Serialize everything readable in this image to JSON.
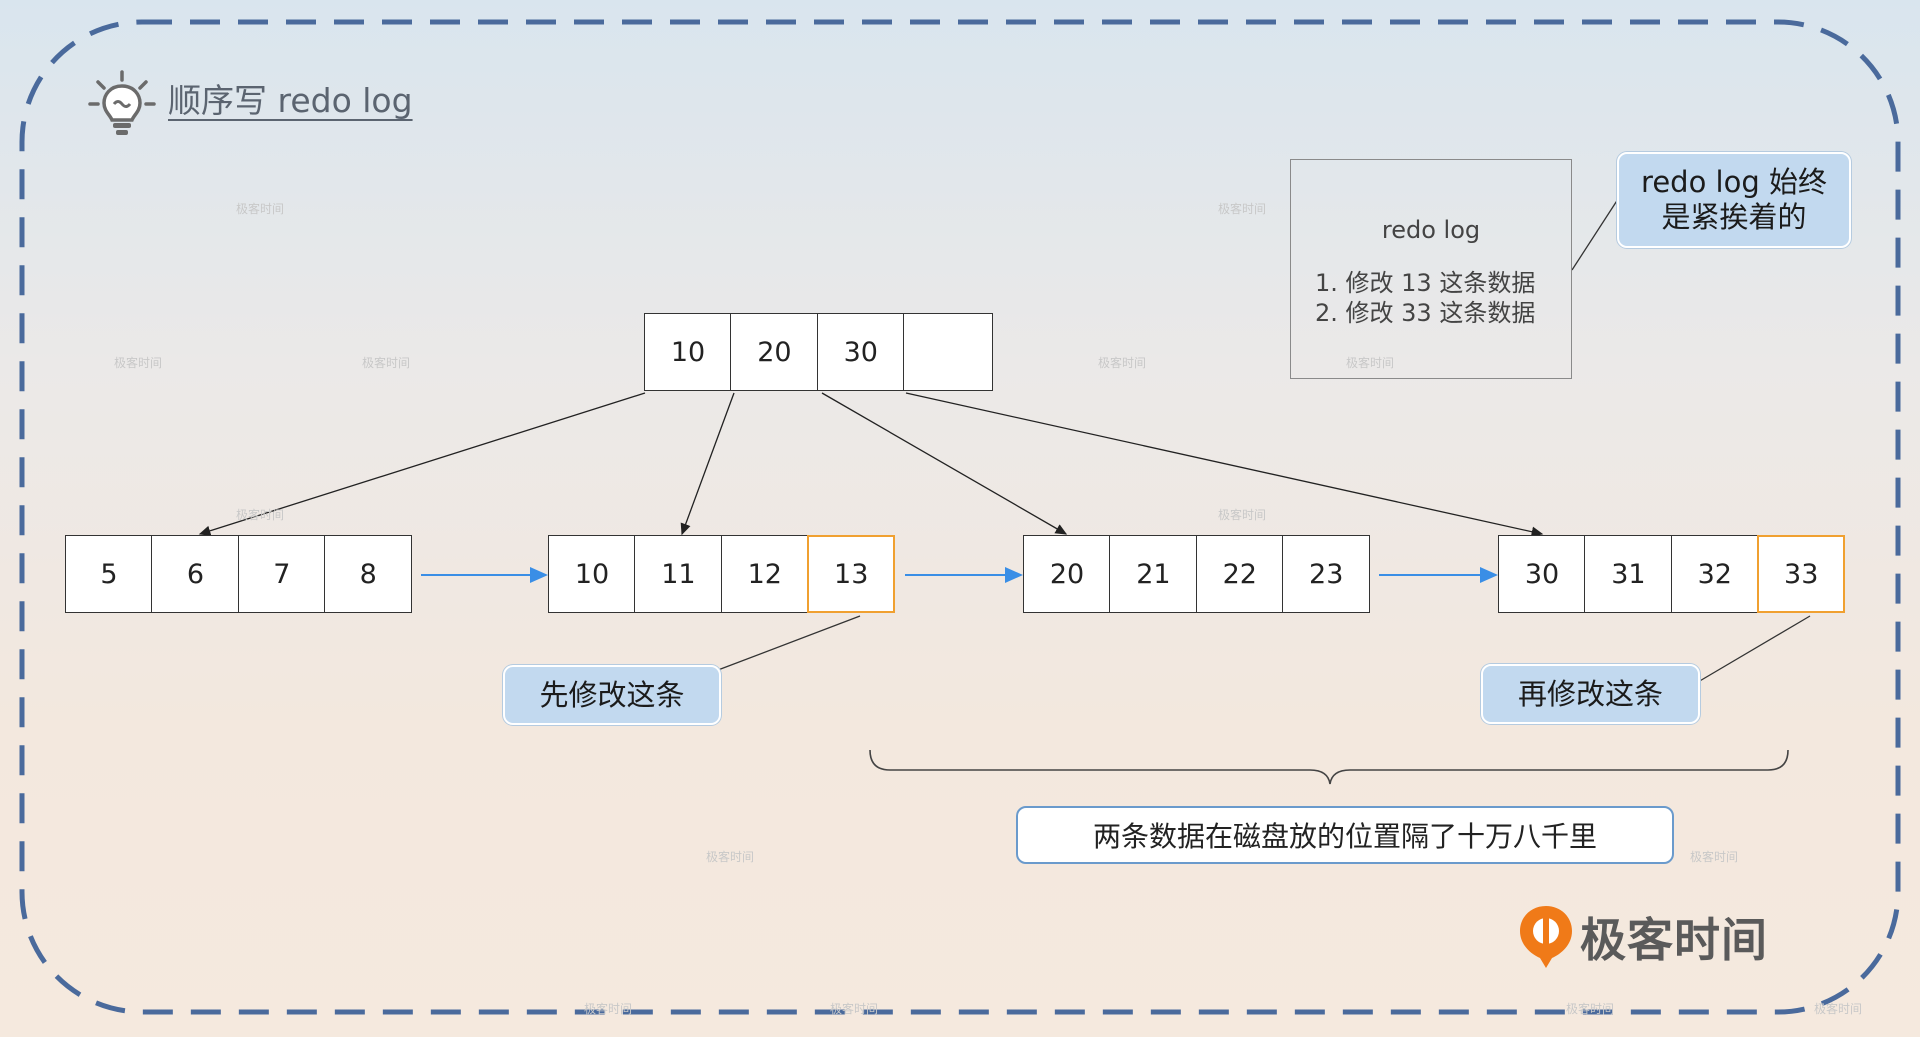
{
  "title": "顺序写 redo log",
  "root_node": [
    "10",
    "20",
    "30",
    ""
  ],
  "leaf_nodes": [
    [
      "5",
      "6",
      "7",
      "8"
    ],
    [
      "10",
      "11",
      "12",
      "13"
    ],
    [
      "20",
      "21",
      "22",
      "23"
    ],
    [
      "30",
      "31",
      "32",
      "33"
    ]
  ],
  "highlighted_keys": [
    "13",
    "33"
  ],
  "redo_log": {
    "heading": "redo log",
    "entries": [
      "1. 修改 13 这条数据",
      "2. 修改 33 这条数据"
    ]
  },
  "callouts": {
    "first_modify": "先修改这条",
    "then_modify": "再修改这条",
    "redo_line1": "redo log 始终",
    "redo_line2": "是紧挨着的"
  },
  "distance_label": "两条数据在磁盘放的位置隔了十万八千里",
  "watermark": "极客时间",
  "brand": "极客时间",
  "colors": {
    "highlight": "#f0a030",
    "link_arrow": "#3a8ee6",
    "callout_bg": "#c2d9ef",
    "frame_dash": "#4a6a9c"
  }
}
